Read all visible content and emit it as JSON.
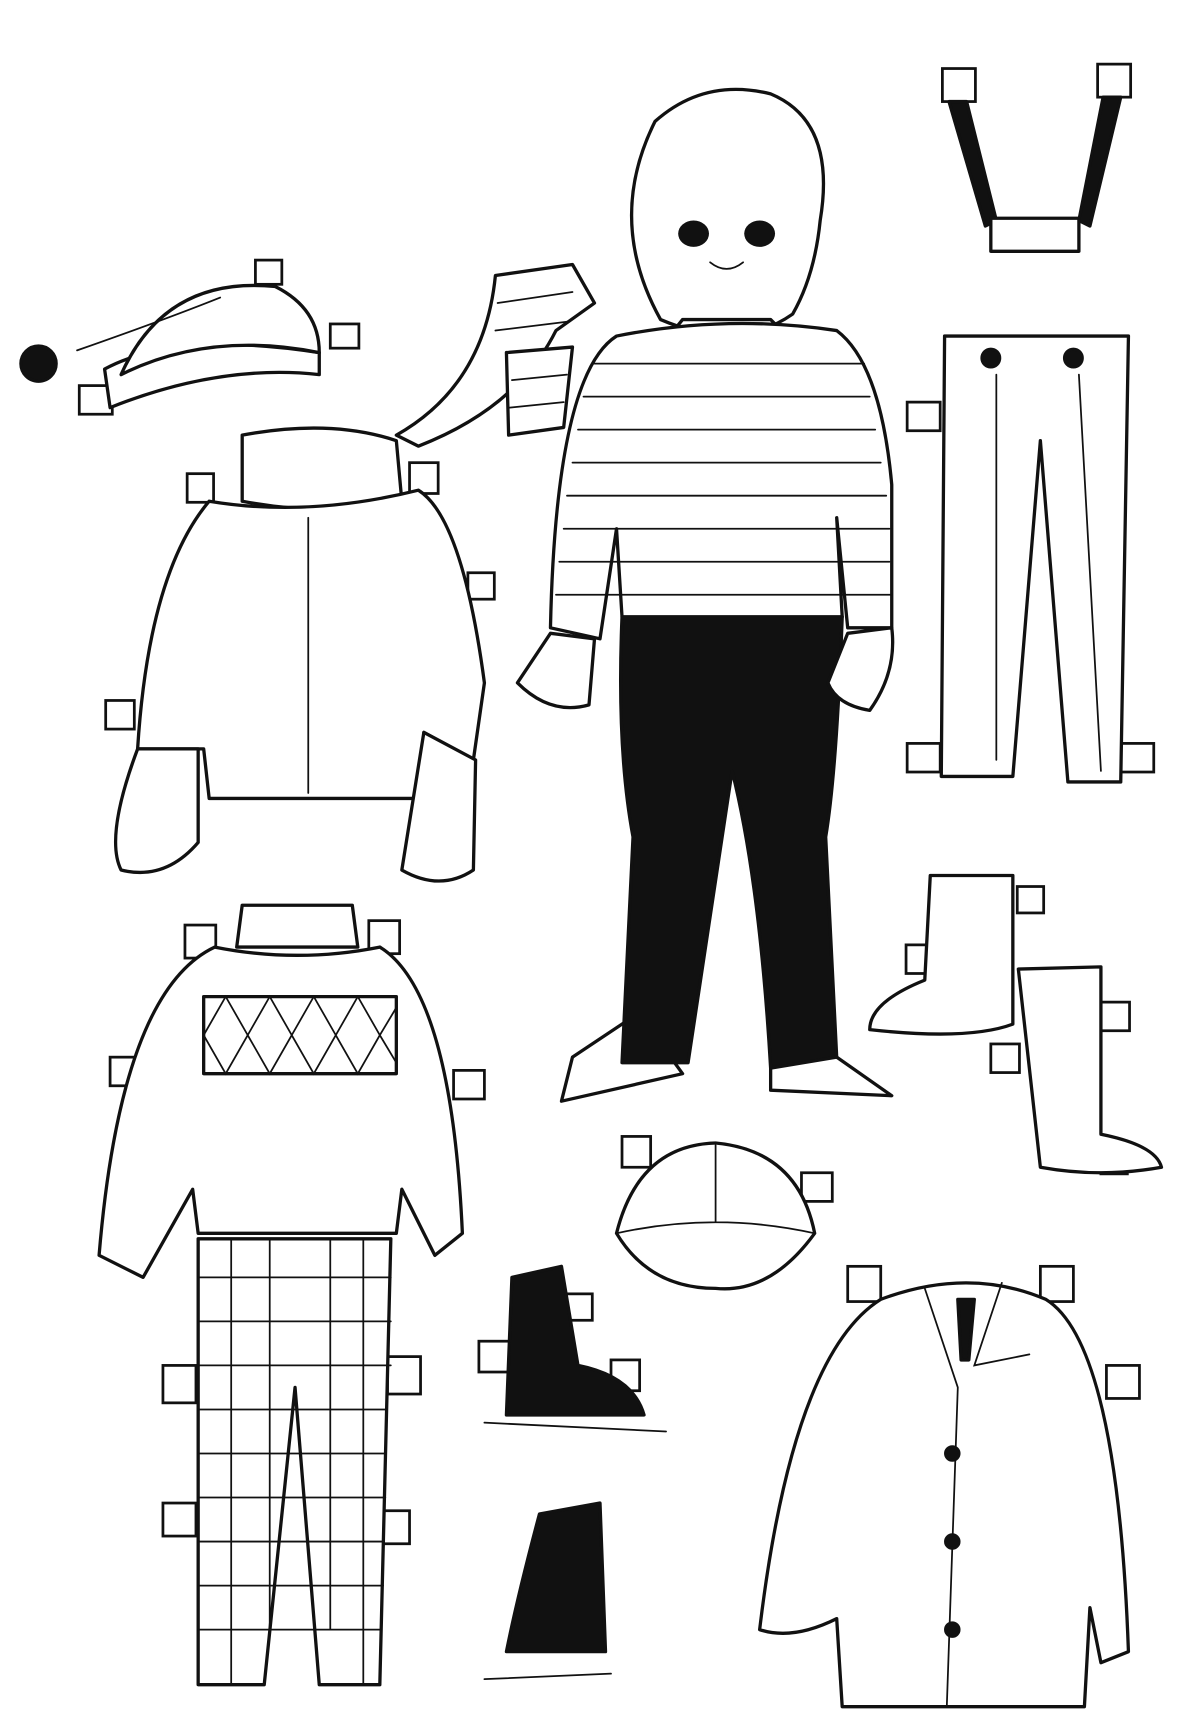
{
  "colors": {
    "line": "#111111",
    "background": "#ffffff"
  },
  "items": [
    "paper-doll-boy",
    "winter-hat-with-pompom",
    "striped-scarf",
    "winter-jacket-with-mittens",
    "overalls-with-suspenders",
    "pair-of-boots",
    "knit-sweater",
    "checked-trousers",
    "flat-cap",
    "ice-skates",
    "overcoat"
  ]
}
